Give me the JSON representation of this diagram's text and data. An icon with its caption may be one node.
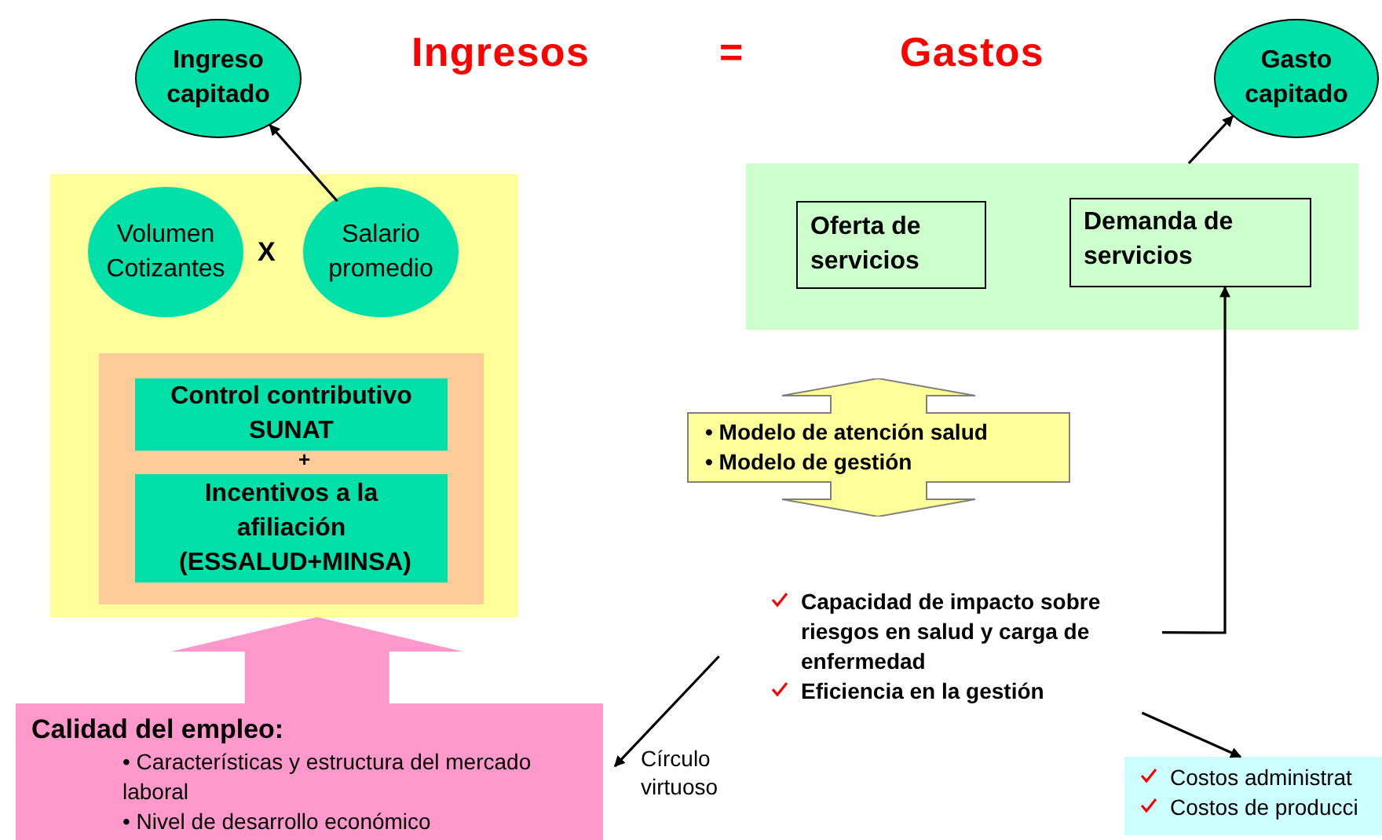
{
  "diagram": {
    "nodes": [
      {
        "text": [
          "Ingreso capitado"
        ]
      },
      {
        "text": [],
        "shape": "box"
      },
      {
        "text": [
          "Volumen Cotizantes"
        ],
        "in": 1
      },
      {
        "text": [
          "Salario promedio"
        ],
        "in": 1
      },
      {
        "text": [],
        "shape": "box",
        "in": 1
      },
      {
        "text": [
          "Control contributivo SUNAT"
        ],
        "in": 4
      },
      {
        "text": [
          "Incentivos a la afiliación (ESSALUD+MINSA)"
        ],
        "in": 4
      },
      {
        "text": [
          "Gasto capitado"
        ]
      },
      {
        "text": [],
        "shape": "box"
      },
      {
        "text": [
          "Oferta de servicios"
        ],
        "in": 8
      },
      {
        "text": [
          "Demanda de servicios"
        ],
        "in": 8
      },
      {
        "text": [
          "• Modelo de atención salud",
          "• Modelo de gestión"
        ]
      },
      {
        "text": [
          "Capacidad de impacto sobre riesgos en salud y carga de enfermedad",
          "Eficiencia en la gestión"
        ]
      },
      {
        "text": [
          "Calidad del empleo:",
          "• Características y estructura del mercado laboral",
          "• Nivel de desarrollo económico"
        ]
      },
      {
        "text": [
          "Costos administrat",
          "Costos de producci"
        ]
      }
    ],
    "edges": [
      {
        "from": 3,
        "to": 0,
        "arrow": "to"
      },
      {
        "from": 8,
        "to": 7,
        "arrow": "to"
      },
      {
        "from": 12,
        "to": 10,
        "arrow": "to"
      },
      {
        "from": 12,
        "to": 13,
        "arrow": "to",
        "label": "Círculo virtuoso"
      },
      {
        "from": 12,
        "to": 14,
        "arrow": "to"
      },
      {
        "from": 13,
        "to": 1,
        "arrow": "to",
        "style": "thick",
        "color": "#ff99cc"
      }
    ],
    "labels": [
      "Ingresos",
      "=",
      "Gastos",
      "X",
      "+"
    ]
  }
}
